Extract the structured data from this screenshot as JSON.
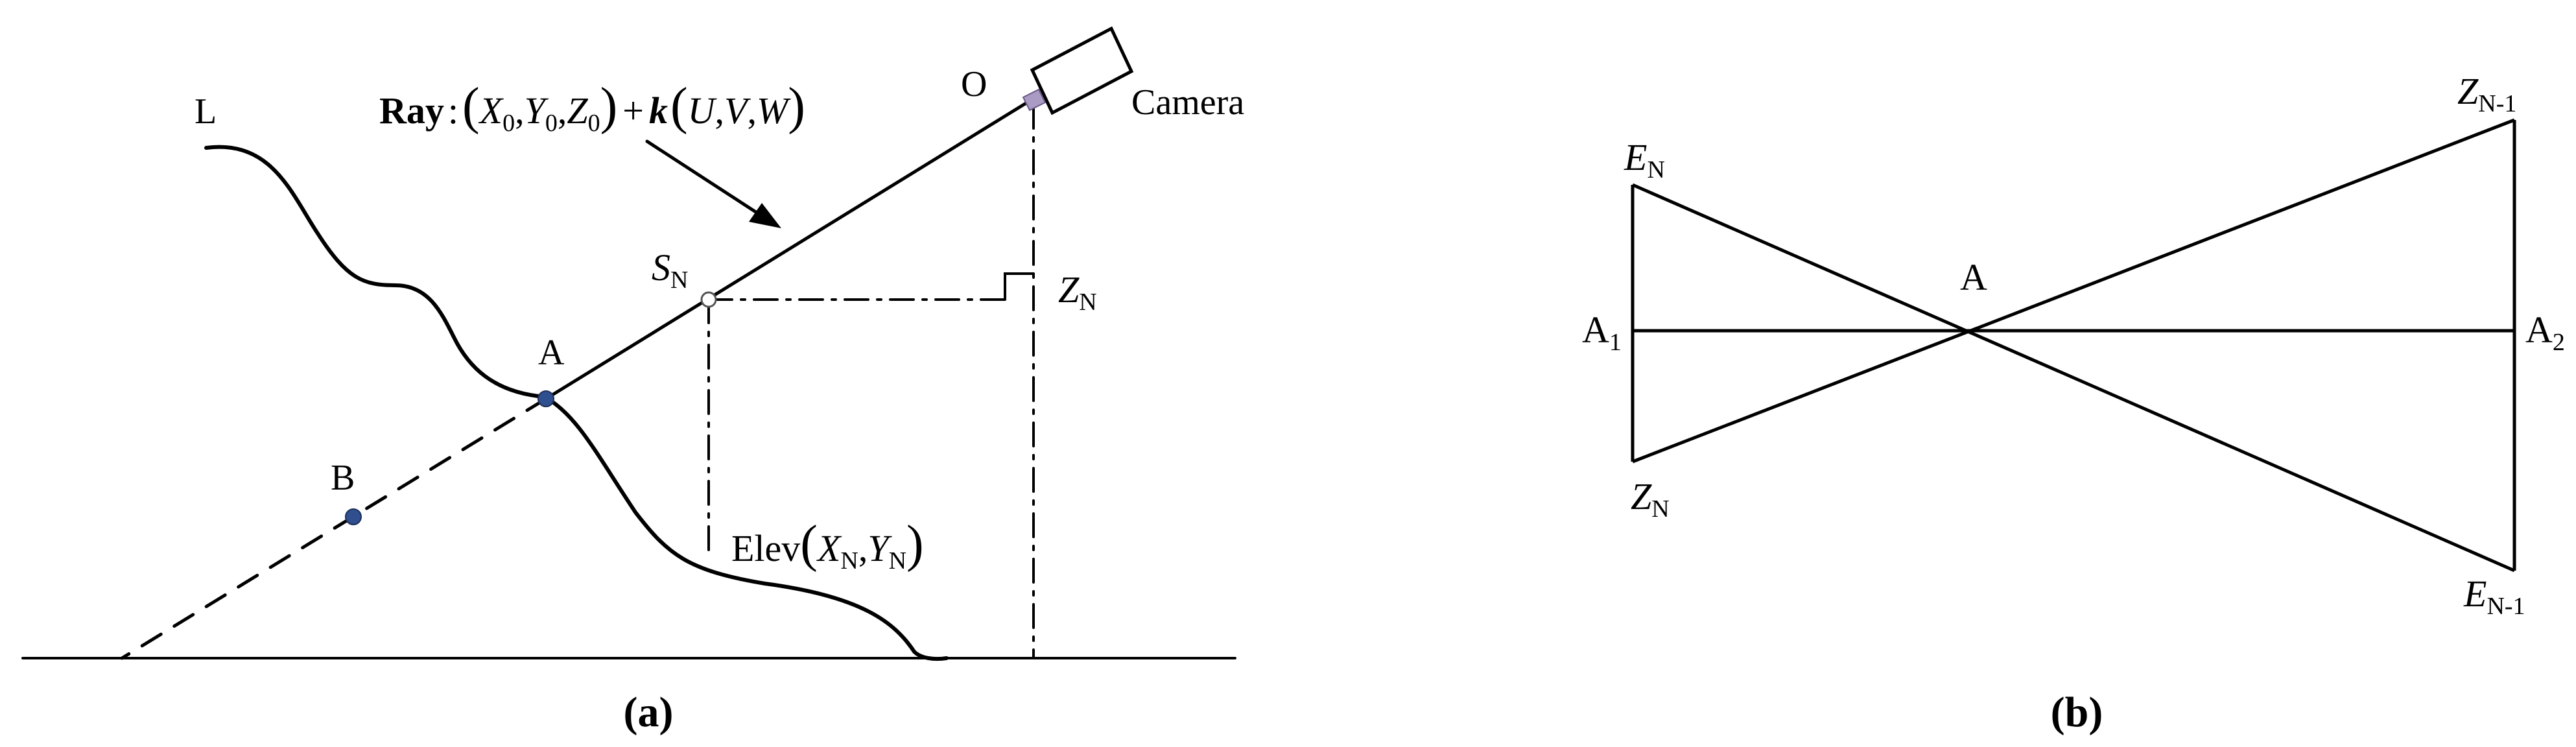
{
  "panel_a": {
    "caption": "(a)",
    "labels": {
      "L": "L",
      "O": "O",
      "camera": "Camera",
      "A": "A",
      "B": "B",
      "S": "S",
      "S_sub": "N",
      "Z": "Z",
      "Z_sub": "N"
    },
    "ray_equation": {
      "bold": "Ray",
      "colon": ":",
      "lp1": "(",
      "X": "X",
      "X_sub": "0",
      "c1": ",",
      "Y": "Y",
      "Y_sub": "0",
      "c2": ",",
      "Z": "Z",
      "Z_sub": "0",
      "rp1": ")",
      "plus": "+",
      "k": "k",
      "lp2": "(",
      "U": "U",
      "c3": ",",
      "V": "V",
      "c4": ",",
      "W": "W",
      "rp2": ")"
    },
    "elev": {
      "text": "Elev",
      "lp": "(",
      "X": "X",
      "X_sub": "N",
      "comma": ",",
      "Y": "Y",
      "Y_sub": "N",
      "rp": ")"
    }
  },
  "panel_b": {
    "caption": "(b)",
    "labels": {
      "E_top": "E",
      "E_top_sub": "N",
      "A1": "A",
      "A1_sub": "1",
      "Z_bottom": "Z",
      "Z_bottom_sub": "N",
      "A_center": "A",
      "Z_top_right": "Z",
      "Z_top_right_sub": "N-1",
      "A2": "A",
      "A2_sub": "2",
      "E_bottom_right": "E",
      "E_bottom_right_sub": "N-1"
    }
  },
  "colors": {
    "line": "#000000",
    "point_fill": "#2f4f8f",
    "camera_mount": "#a99bc4",
    "background": "#ffffff"
  }
}
